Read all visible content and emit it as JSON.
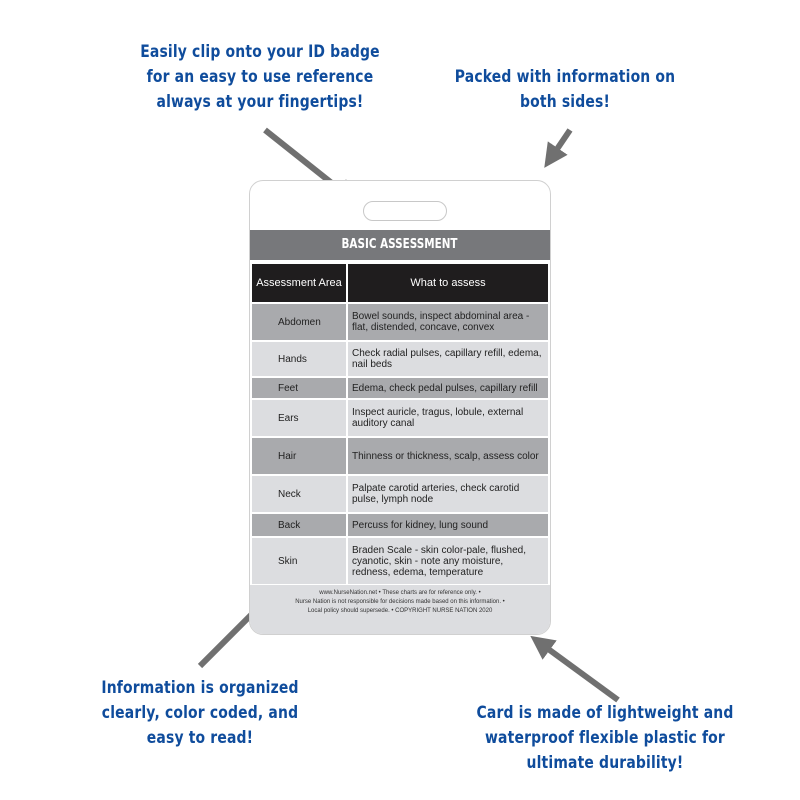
{
  "callouts": {
    "top_left": [
      "Easily clip onto your ID badge",
      "for an easy to use reference",
      "always at your fingertips!"
    ],
    "top_right": [
      "Packed with information on",
      "both sides!"
    ],
    "bottom_left": [
      "Information is organized",
      "clearly, color coded, and",
      "easy to read!"
    ],
    "bottom_right": [
      "Card is made of lightweight and",
      "waterproof flexible plastic for",
      "ultimate durability!"
    ]
  },
  "colors": {
    "callout_text": "#0f4c9c",
    "arrow": "#707070",
    "title_bar": "#77787b",
    "header_bar": "#1f1d1e",
    "row_dark": "#a9aaad",
    "row_light": "#dcdde0"
  },
  "card": {
    "title": "BASIC ASSESSMENT",
    "headers": [
      "Assessment Area",
      "What to assess"
    ],
    "rows": [
      {
        "area": "Abdomen",
        "what": "Bowel sounds, inspect abdominal area - flat, distended, concave, convex",
        "shade": "dark"
      },
      {
        "area": "Hands",
        "what": "Check radial pulses, capillary refill, edema, nail beds",
        "shade": "light"
      },
      {
        "area": "Feet",
        "what": "Edema, check pedal pulses, capillary refill",
        "shade": "dark"
      },
      {
        "area": "Ears",
        "what": "Inspect auricle, tragus, lobule, external auditory canal",
        "shade": "light"
      },
      {
        "area": "Hair",
        "what": "Thinness or thickness, scalp, assess color",
        "shade": "dark"
      },
      {
        "area": "Neck",
        "what": "Palpate carotid arteries, check carotid pulse, lymph node",
        "shade": "light"
      },
      {
        "area": "Back",
        "what": "Percuss for kidney, lung sound",
        "shade": "dark"
      },
      {
        "area": "Skin",
        "what": "Braden Scale - skin color-pale, flushed, cyanotic, skin - note any moisture, redness, edema, temperature",
        "shade": "light"
      }
    ],
    "footer": [
      "www.NurseNation.net • These charts are for reference only. •",
      "Nurse Nation is not responsible for decisions made based on this information. •",
      "Local policy should supersede. • COPYRIGHT NURSE NATION 2020"
    ]
  }
}
